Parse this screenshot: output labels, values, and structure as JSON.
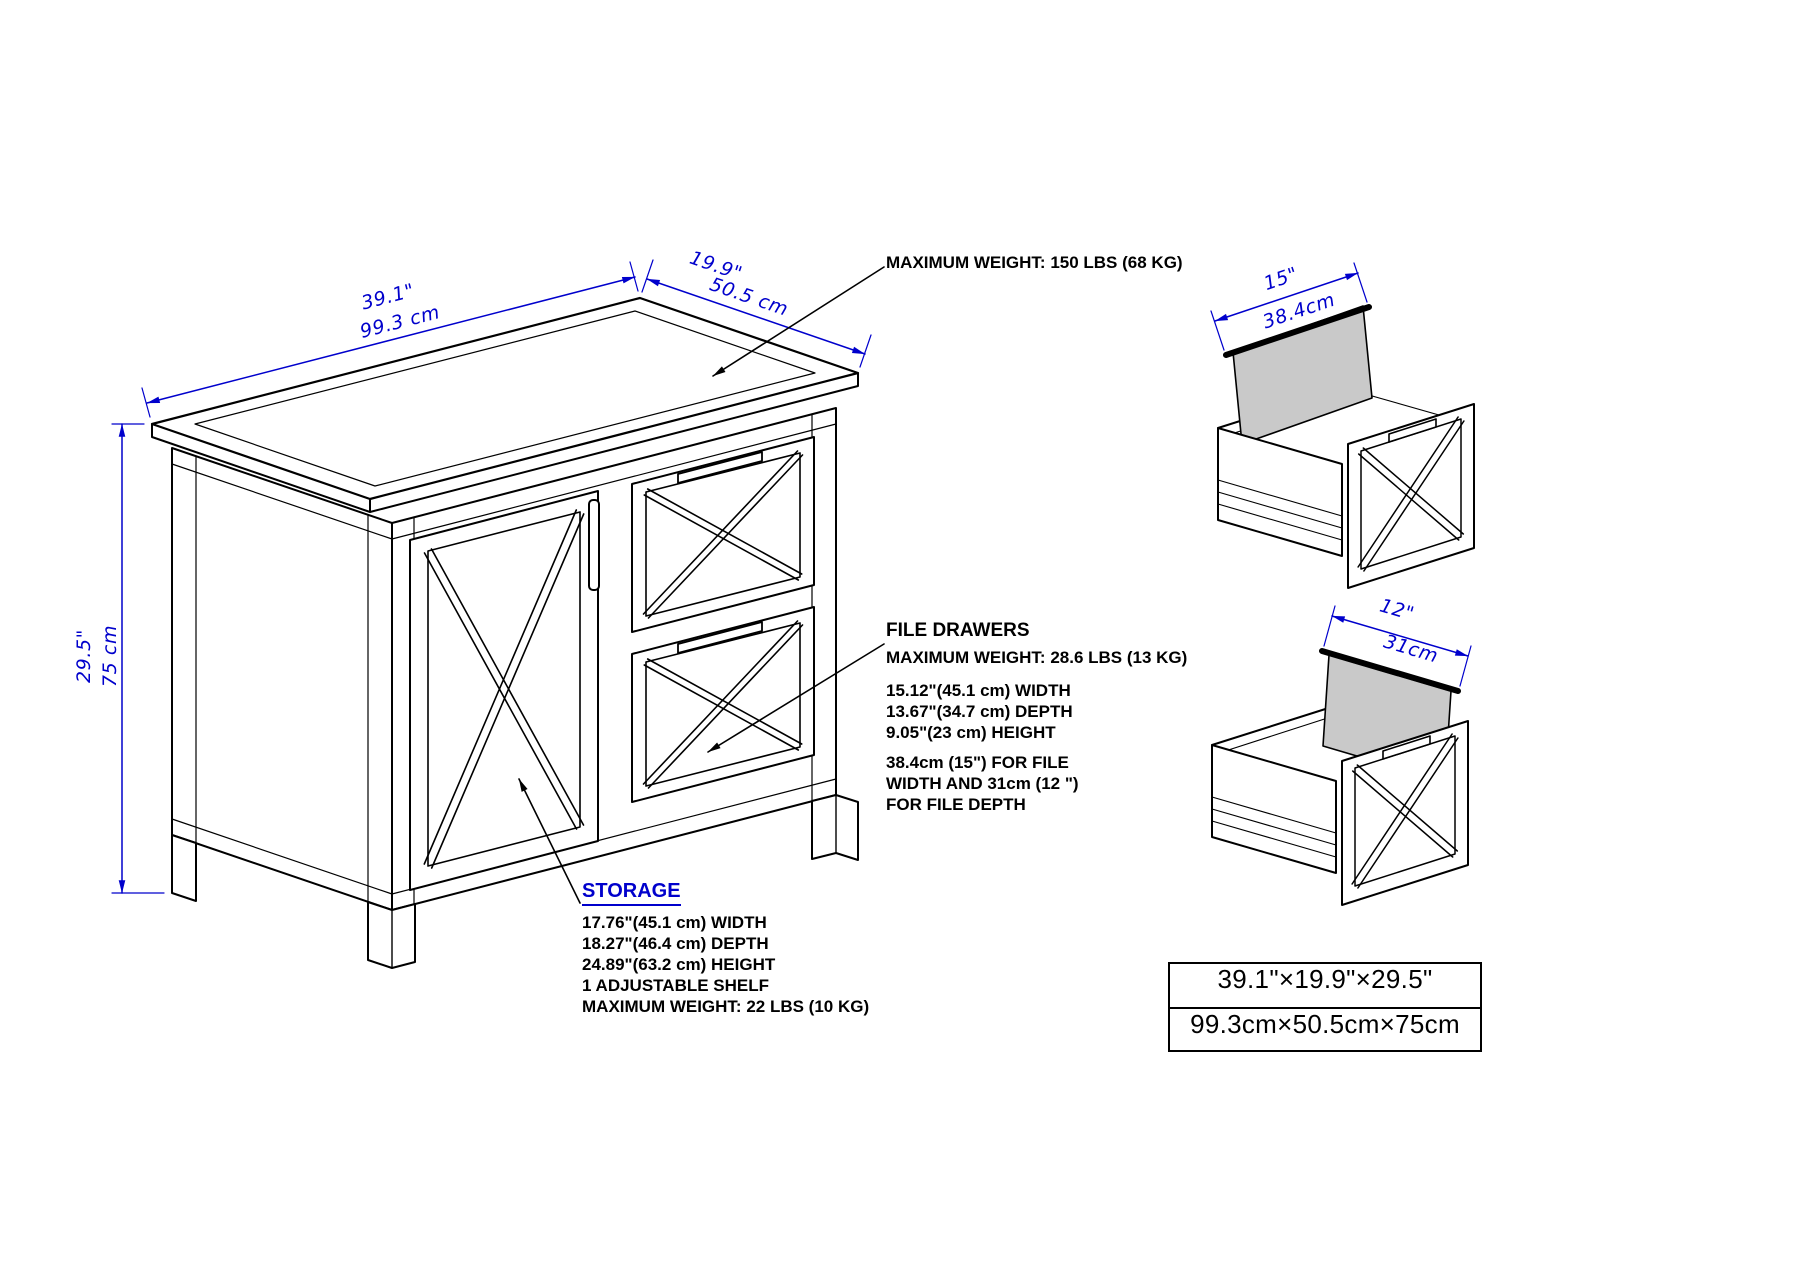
{
  "colors": {
    "dimension_blue": "#0000cc",
    "line_black": "#000000",
    "file_gray": "#c9c9c9"
  },
  "main_cabinet": {
    "width_in": "39.1\"",
    "width_cm": "99.3  cm",
    "depth_in": "19.9\"",
    "depth_cm": "50.5  cm",
    "height_in": "29.5\"",
    "height_cm": "75  cm",
    "max_weight_note": "MAXIMUM WEIGHT: 150 LBS (68 KG)"
  },
  "file_drawers_note": {
    "title": "FILE DRAWERS",
    "max_weight": "MAXIMUM WEIGHT: 28.6 LBS (13 KG)",
    "specs": [
      "15.12\"(45.1 cm) WIDTH",
      "13.67\"(34.7 cm) DEPTH",
      "9.05\"(23 cm) HEIGHT"
    ],
    "file_size": [
      "38.4cm (15\")  FOR FILE",
      "WIDTH AND 31cm (12 \")",
      "FOR FILE DEPTH"
    ]
  },
  "storage_note": {
    "title": "STORAGE",
    "specs": [
      "17.76\"(45.1 cm) WIDTH",
      "18.27\"(46.4 cm) DEPTH",
      "24.89\"(63.2 cm) HEIGHT",
      "1 ADJUSTABLE SHELF",
      "MAXIMUM WEIGHT: 22 LBS (10 KG)"
    ]
  },
  "drawer_detail_top": {
    "file_width_in": "15\"",
    "file_width_cm": "38.4cm"
  },
  "drawer_detail_bottom": {
    "file_depth_in": "12\"",
    "file_depth_cm": "31cm"
  },
  "size_box": {
    "inches": "39.1\"×19.9\"×29.5\"",
    "centimeters": "99.3cm×50.5cm×75cm"
  }
}
